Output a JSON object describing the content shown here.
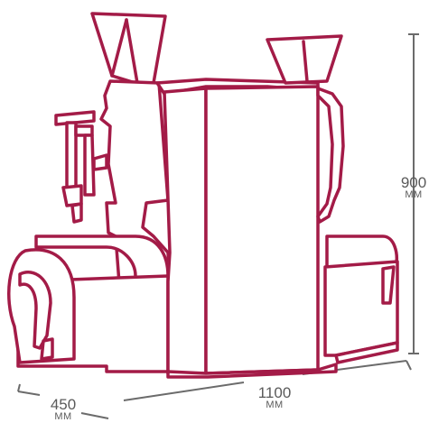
{
  "colors": {
    "outline": "#a31b47",
    "dimension": "#6b6b6b"
  },
  "dimensions": {
    "height": {
      "value": "900",
      "unit": "MM"
    },
    "length": {
      "value": "1100",
      "unit": "MM"
    },
    "depth": {
      "value": "450",
      "unit": "MM"
    }
  }
}
